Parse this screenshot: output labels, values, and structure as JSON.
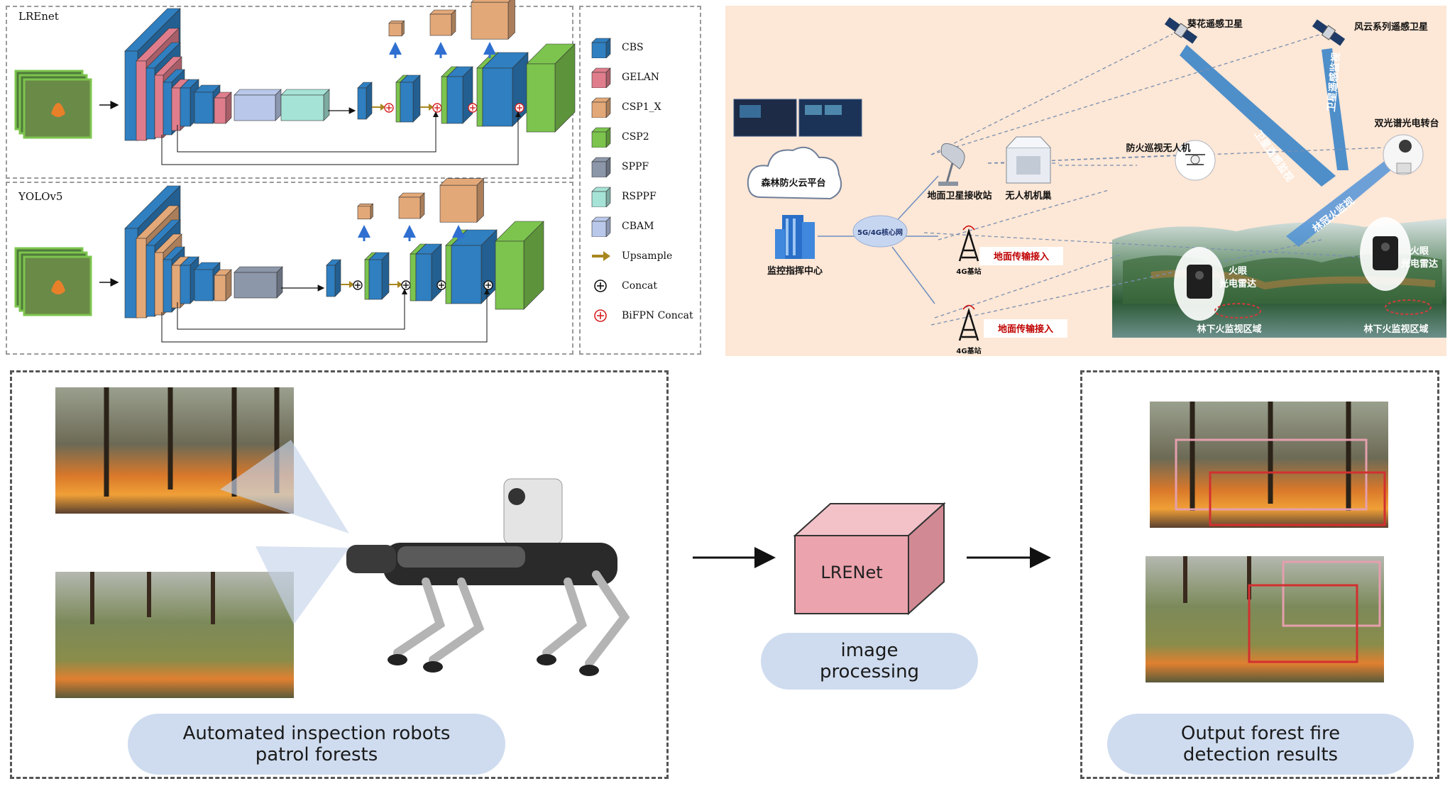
{
  "arch": {
    "lrenet_title": "LREnet",
    "yolo_title": "YOLOv5",
    "legend": [
      {
        "label": "CBS",
        "color": "#2f7fc1",
        "kind": "cube"
      },
      {
        "label": "GELAN",
        "color": "#e07d8c",
        "kind": "cube"
      },
      {
        "label": "CSP1_X",
        "color": "#e3a878",
        "kind": "cube"
      },
      {
        "label": "CSP2",
        "color": "#7cc44e",
        "kind": "cube"
      },
      {
        "label": "SPPF",
        "color": "#8c97a9",
        "kind": "cube"
      },
      {
        "label": "RSPPF",
        "color": "#a6e3d7",
        "kind": "cube"
      },
      {
        "label": "CBAM",
        "color": "#b9c8ea",
        "kind": "cube"
      },
      {
        "label": "Upsample",
        "color": "#a8861f",
        "kind": "arrow"
      },
      {
        "label": "Concat",
        "color": "#111111",
        "kind": "plus"
      },
      {
        "label": "BiFPN Concat",
        "color": "#d62020",
        "kind": "plus-red"
      }
    ]
  },
  "network": {
    "sat1": "葵花遥感卫星",
    "sat2": "风云系列遥感卫星",
    "beam1": "卫星遥感监视",
    "beam2": "卫星遥感监视",
    "cloud": "森林防火云平台",
    "center": "监控指挥中心",
    "core": "5G/4G核心网",
    "ground_station": "地面卫星接收站",
    "drone_nest": "无人机机巢",
    "drone": "防火巡视无人机",
    "camera": "双光谱光电转台",
    "canopy_beam": "林冠火监视",
    "bs1": "4G基站",
    "bs2": "4G基站",
    "link1": "地面传输接入",
    "link2": "地面传输接入",
    "radar1": "火眼\n光电雷达",
    "radar2": "火眼\n光电雷达",
    "zone1": "林下火监视区域",
    "zone2": "林下火监视区域"
  },
  "pipeline": {
    "robot_caption": "Automated inspection robots patrol forests",
    "model": "LRENet",
    "process_caption": "image processing",
    "output_caption": "Output forest fire detection results"
  }
}
